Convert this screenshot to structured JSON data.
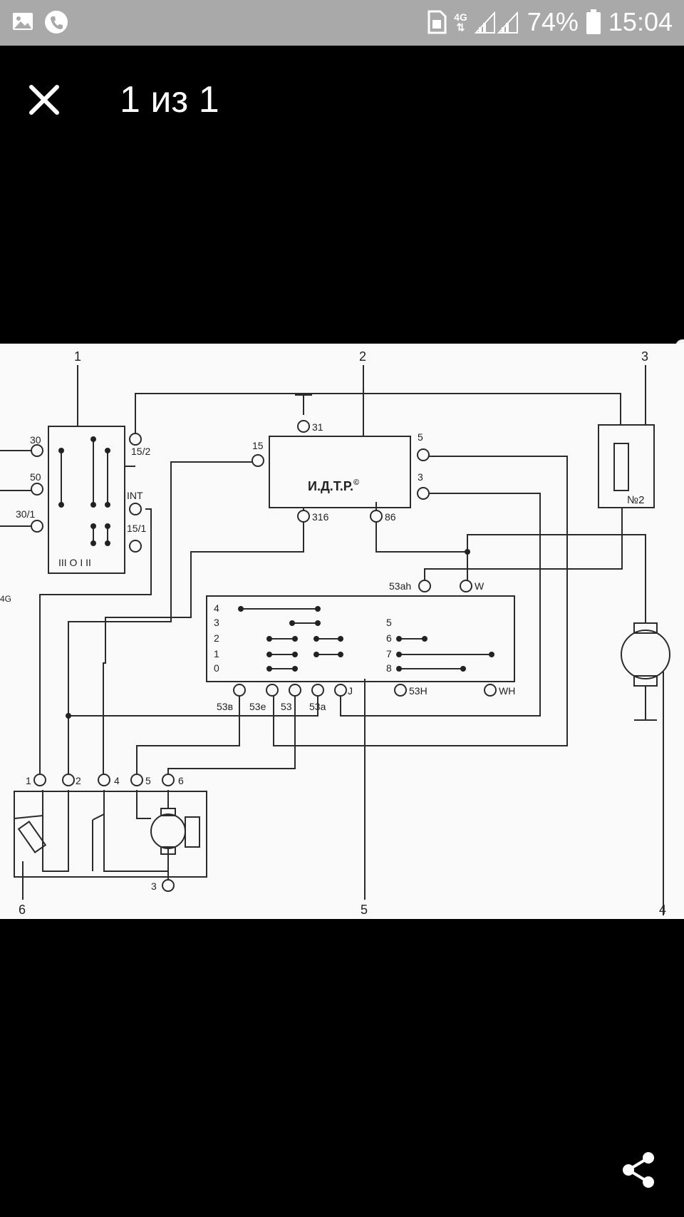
{
  "status_bar": {
    "network": "4G",
    "battery": "74%",
    "time": "15:04",
    "icons": [
      "image-icon",
      "phone-icon",
      "sim-icon",
      "signal-icon",
      "battery-icon"
    ]
  },
  "viewer": {
    "counter": "1 из 1",
    "close_icon": "close-icon",
    "share_icon": "share-icon"
  },
  "diagram": {
    "callouts": [
      "1",
      "2",
      "3",
      "4",
      "5",
      "6"
    ],
    "module": "И.Д.Т.Р.",
    "module_mark": "©",
    "fuse_label": "№2",
    "switch1": {
      "terminals": [
        "30",
        "50",
        "30/1",
        "15/2",
        "INT",
        "15/1"
      ],
      "positions": "III O I II"
    },
    "module_terminals": [
      "31",
      "15",
      "5",
      "3",
      "316",
      "86"
    ],
    "relay_terminals": [
      "53ah",
      "W"
    ],
    "switch5": {
      "left_positions": [
        "4",
        "3",
        "2",
        "1",
        "0"
      ],
      "right_positions": [
        "5",
        "6",
        "7",
        "8"
      ],
      "terminals": [
        "53в",
        "53е",
        "53",
        "53а",
        "J",
        "53Н",
        "WH"
      ]
    },
    "motor_block_terminals": [
      "1",
      "2",
      "4",
      "5",
      "6",
      "3"
    ],
    "side_text": [
      "4G"
    ]
  }
}
